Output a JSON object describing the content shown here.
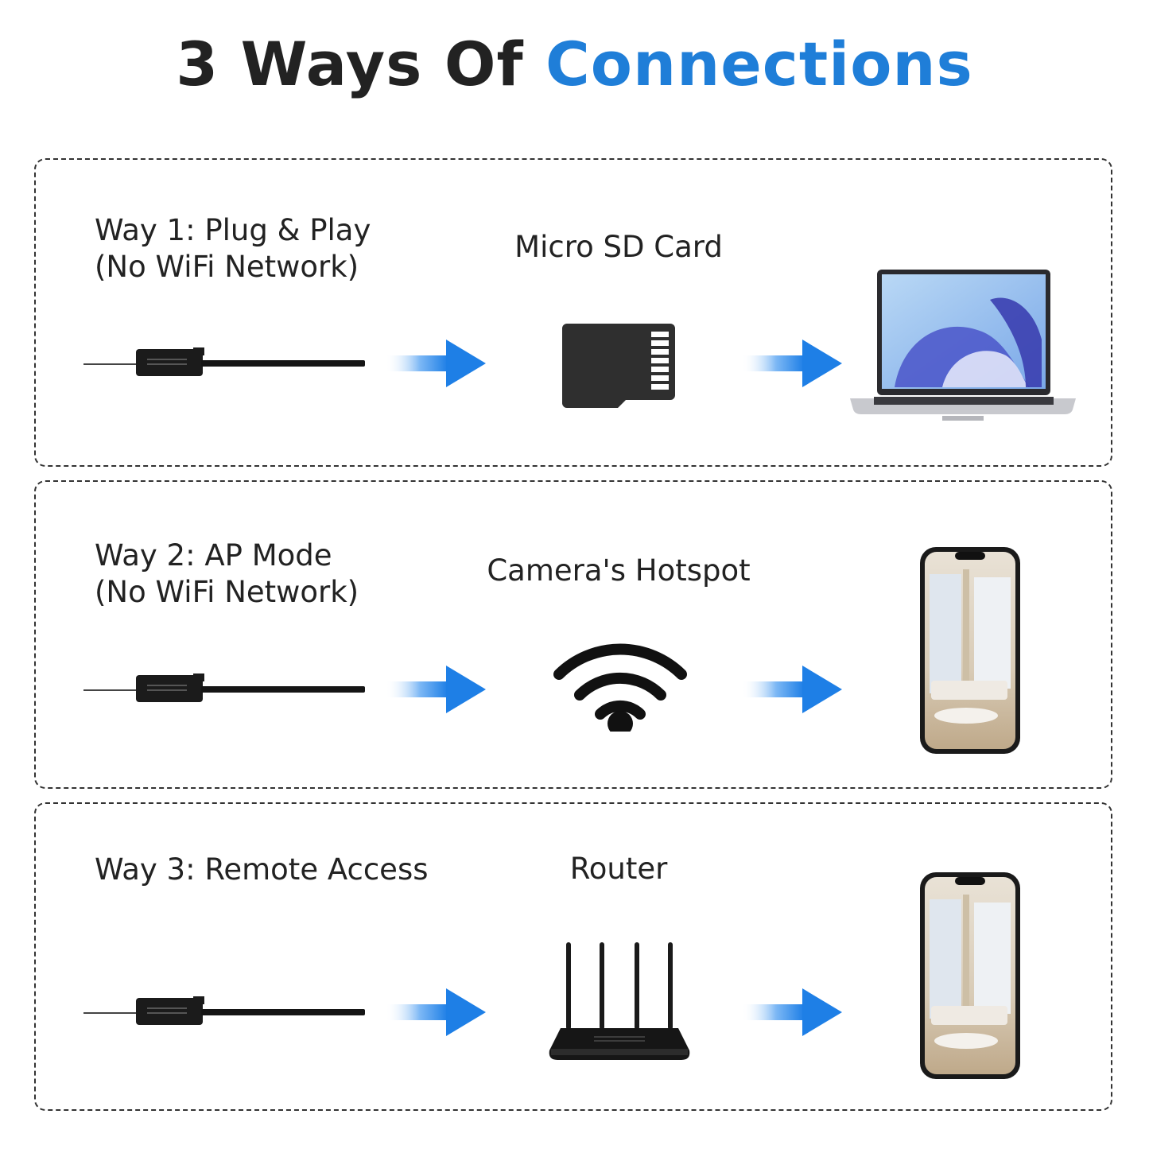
{
  "title": {
    "part1": "3 Ways Of",
    "part2": "Connections",
    "accent_color": "#1f7ed8"
  },
  "ways": [
    {
      "label": "Way 1: Plug & Play\n(No WiFi Network)",
      "middle": "Micro SD Card",
      "middle_icon": "micro-sd-card-icon",
      "end_icon": "laptop-icon"
    },
    {
      "label": "Way 2: AP Mode\n(No WiFi Network)",
      "middle": "Camera's Hotspot",
      "middle_icon": "wifi-icon",
      "end_icon": "smartphone-icon"
    },
    {
      "label": "Way 3: Remote Access",
      "middle": "Router",
      "middle_icon": "router-icon",
      "end_icon": "smartphone-icon"
    }
  ]
}
